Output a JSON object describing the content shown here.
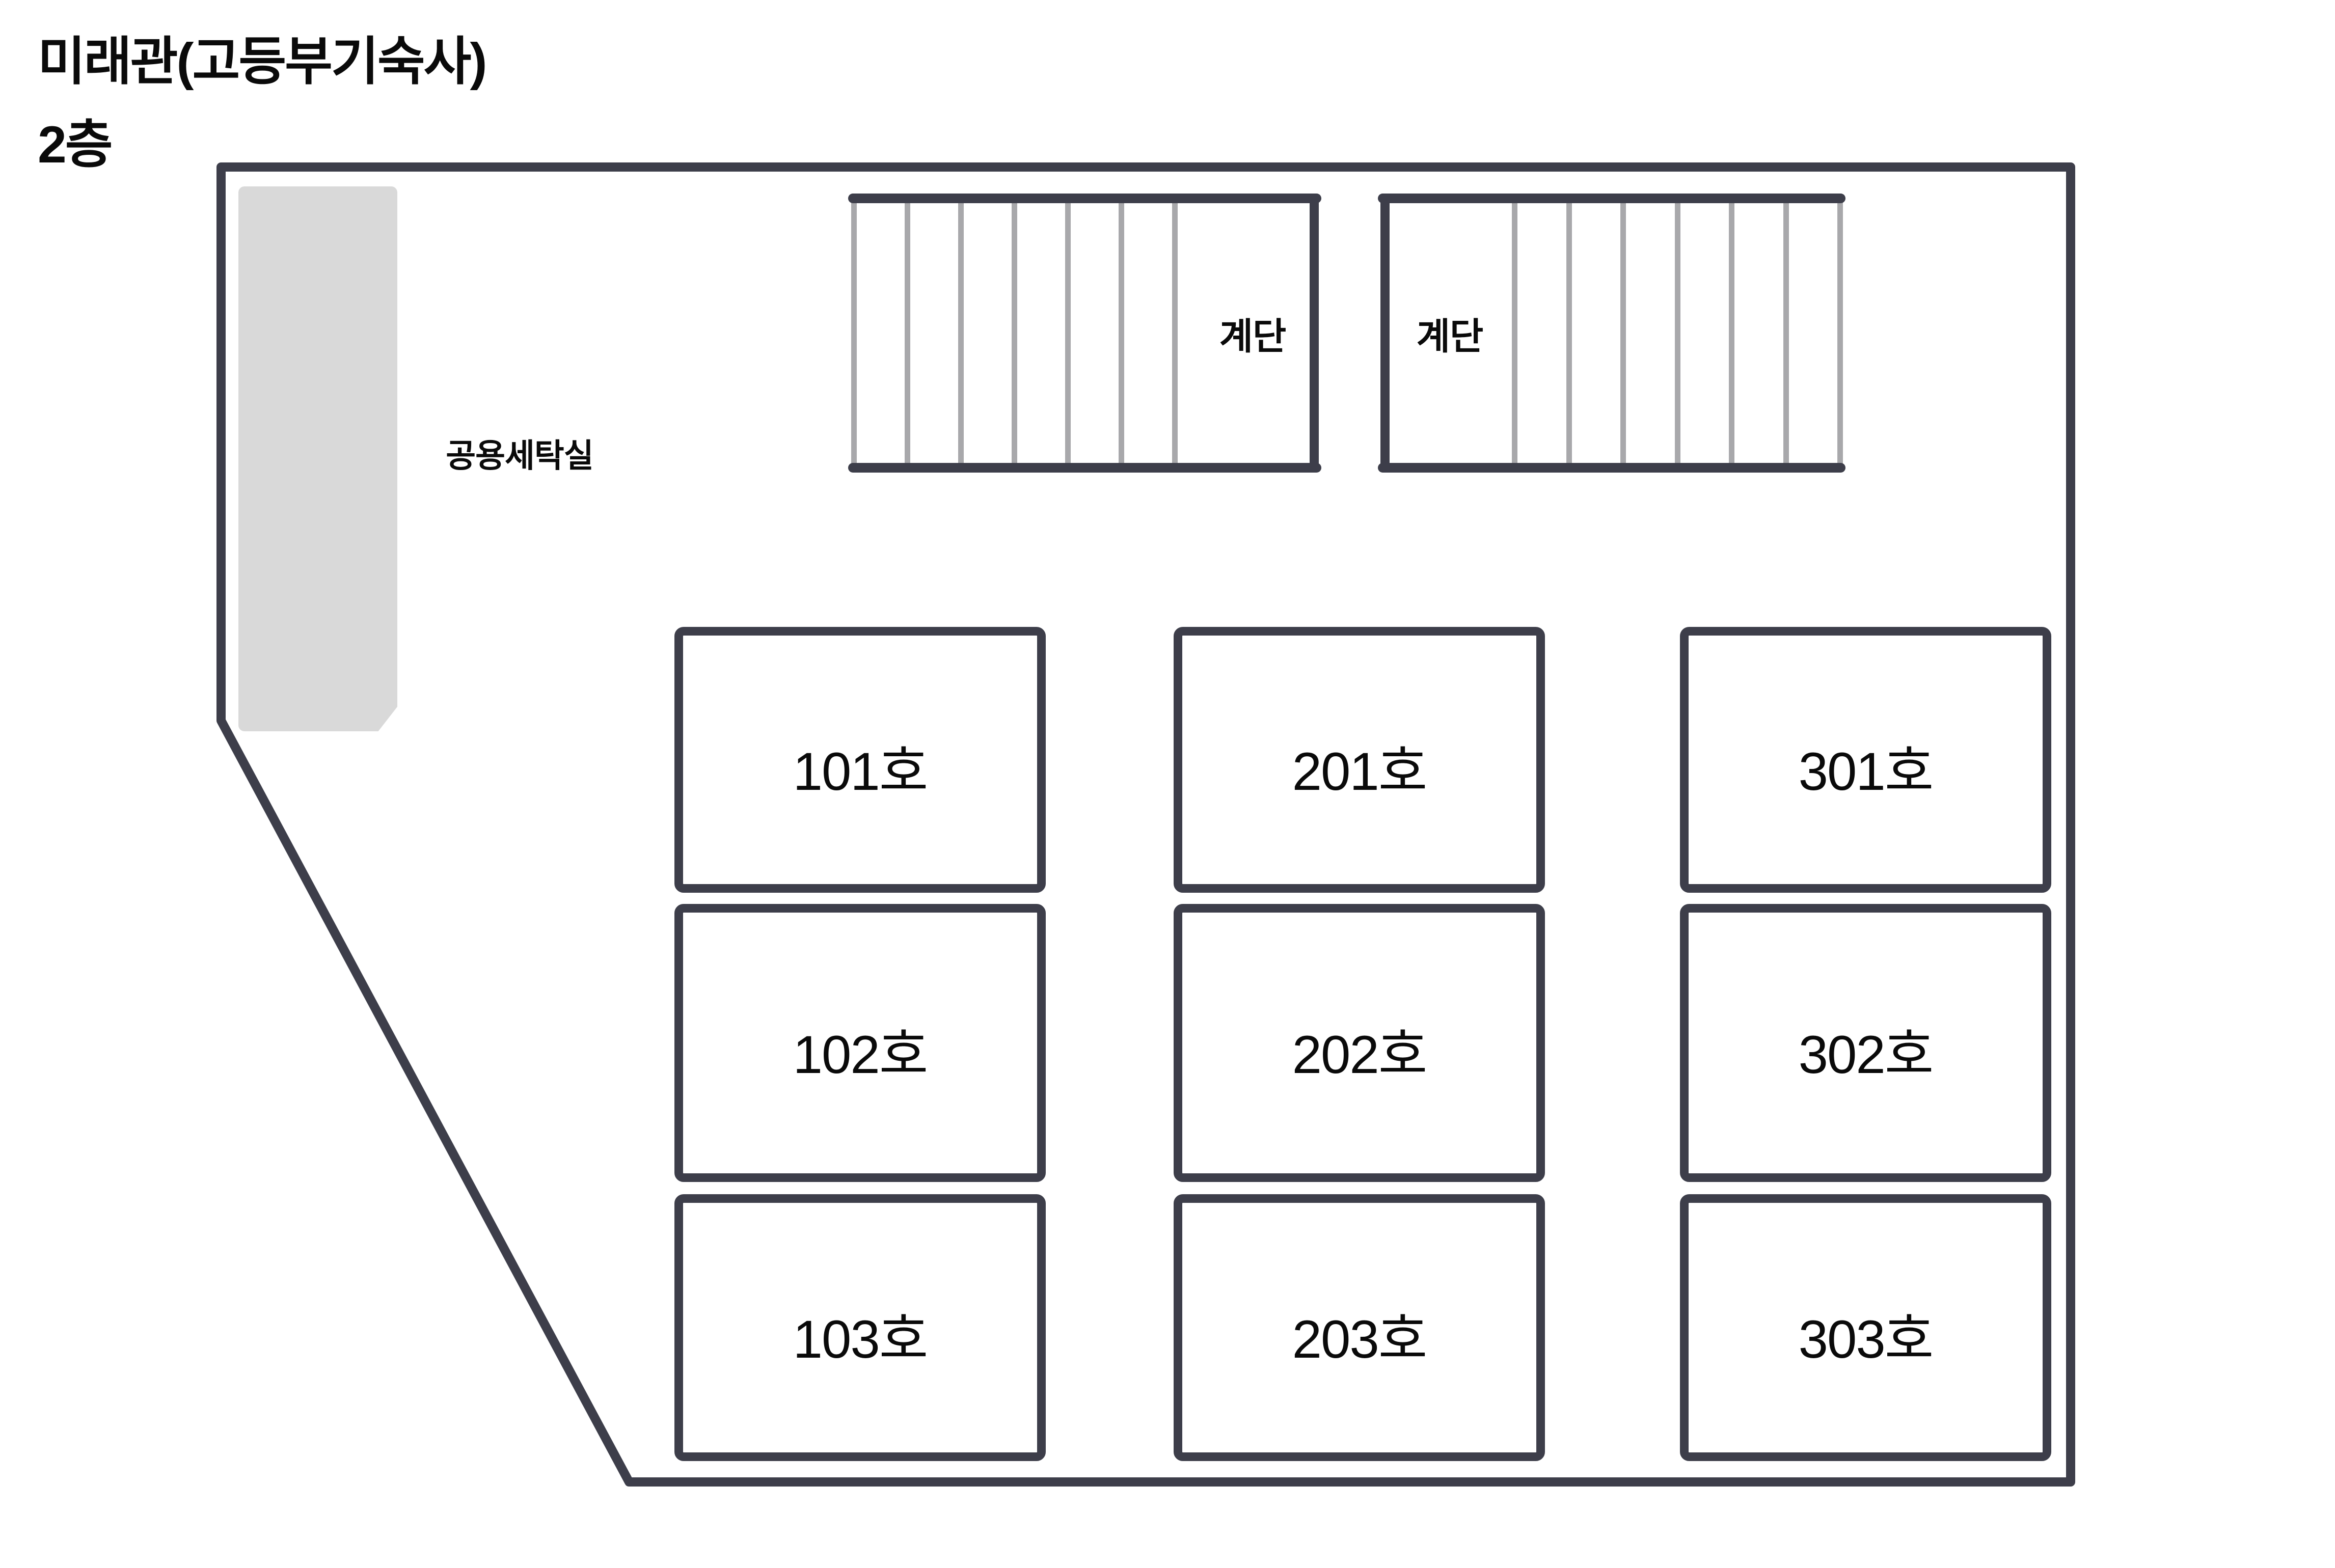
{
  "title": {
    "line1": "미래관(고등부기숙사)",
    "line2": "2층"
  },
  "floor_plan": {
    "laundry_area_label": "공용세탁실",
    "stairs": [
      {
        "label": "계단",
        "position": "left",
        "tread_count": 7
      },
      {
        "label": "계단",
        "position": "right",
        "tread_count": 7
      }
    ],
    "rooms": [
      {
        "label": "101호"
      },
      {
        "label": "201호"
      },
      {
        "label": "301호"
      },
      {
        "label": "102호"
      },
      {
        "label": "202호"
      },
      {
        "label": "302호"
      },
      {
        "label": "103호"
      },
      {
        "label": "203호"
      },
      {
        "label": "303호"
      }
    ]
  },
  "colors": {
    "wall": "#3d3e4a",
    "stair-tread": "#a8a8ab",
    "laundry-area": "#d9d9d9",
    "ink": "#0a0a0a",
    "bg": "#ffffff"
  }
}
